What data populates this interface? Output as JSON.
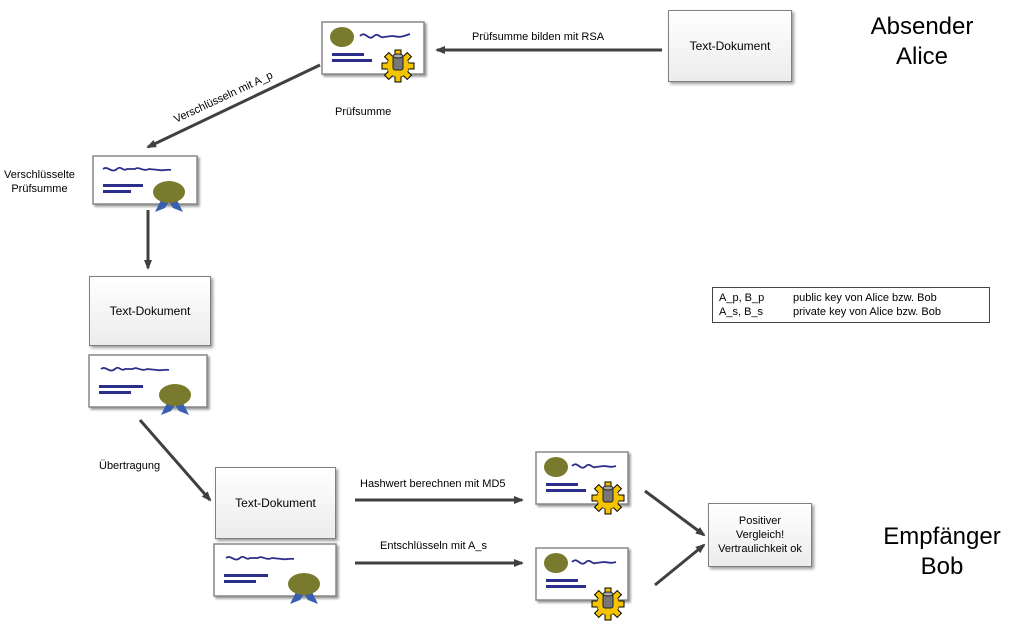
{
  "headers": {
    "sender_line1": "Absender",
    "sender_line2": "Alice",
    "receiver_line1": "Empfänger",
    "receiver_line2": "Bob"
  },
  "docs": {
    "alice_doc": "Text-Dokument",
    "middle_doc": "Text-Dokument",
    "bob_doc": "Text-Dokument"
  },
  "labels": {
    "checksum_rsa": "Prüfsumme bilden mit RSA",
    "checksum": "Prüfsumme",
    "encrypt": "Verschlüsseln mit A_p",
    "encrypted_checksum_line1": "Verschlüsselte",
    "encrypted_checksum_line2": "Prüfsumme",
    "transfer": "Übertragung",
    "hash_md5": "Hashwert berechnen mit MD5",
    "decrypt": "Entschlüsseln mit A_s"
  },
  "result": {
    "line1": "Positiver",
    "line2": "Vergleich!",
    "line3": "Vertraulichkeit ok"
  },
  "legend": [
    {
      "key": "A_p, B_p",
      "desc": "public key von Alice bzw. Bob"
    },
    {
      "key": "A_s, B_s",
      "desc": "private key von Alice bzw. Bob"
    }
  ],
  "colors": {
    "seal": "#7a7a2e",
    "ribbon": "#3a5fb0",
    "text_lines": "#2b2e8a",
    "gear": "#f5c400",
    "arrow": "#404040"
  }
}
